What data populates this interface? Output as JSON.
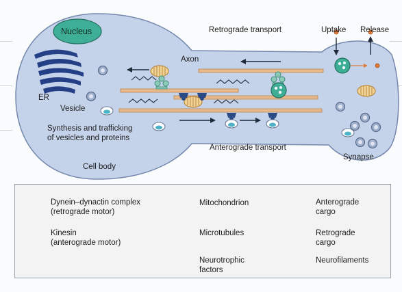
{
  "labels": {
    "nucleus": "Nucleus",
    "er": "ER",
    "vesicle": "Vesicle",
    "synthesis_line1": "Synthesis and trafficking",
    "synthesis_line2": "of vesicles and proteins",
    "cell_body": "Cell body",
    "retrograde_transport": "Retrograde transport",
    "axon": "Axon",
    "uptake": "Uptake",
    "release": "Release",
    "anterograde_transport": "Anterograde transport",
    "synapse": "Synapse"
  },
  "legend": [
    {
      "icon": "dynein-dynactin-icon",
      "line1": "Dynein–dynactin complex",
      "line2": "(retrograde motor)"
    },
    {
      "icon": "mitochondrion-icon",
      "line1": "Mitochondrion",
      "line2": ""
    },
    {
      "icon": "anterograde-cargo-icon",
      "line1": "Anterograde",
      "line2": "cargo"
    },
    {
      "icon": "kinesin-icon",
      "line1": "Kinesin",
      "line2": "(anterograde motor)"
    },
    {
      "icon": "microtubule-icon",
      "line1": "Microtubules",
      "line2": ""
    },
    {
      "icon": "retrograde-cargo-icon",
      "line1": "Retrograde",
      "line2": "cargo"
    },
    {
      "icon": "neurotrophic-factor-icon",
      "line1": "Neurotrophic",
      "line2": "factors"
    },
    {
      "icon": "neurofilament-icon",
      "line1": "Neurofilaments",
      "line2": ""
    }
  ],
  "colors": {
    "cell": "#c5d3ea",
    "cell_stroke": "#7488ad",
    "nucleus": "#3fae97",
    "er": "#243f86",
    "microtubule": "#e8b98a",
    "mitochondrion": "#f1d497",
    "kinesin": "#2a4a86",
    "cargo": "#4fb2c8",
    "arrow": "#1f2b3a"
  }
}
